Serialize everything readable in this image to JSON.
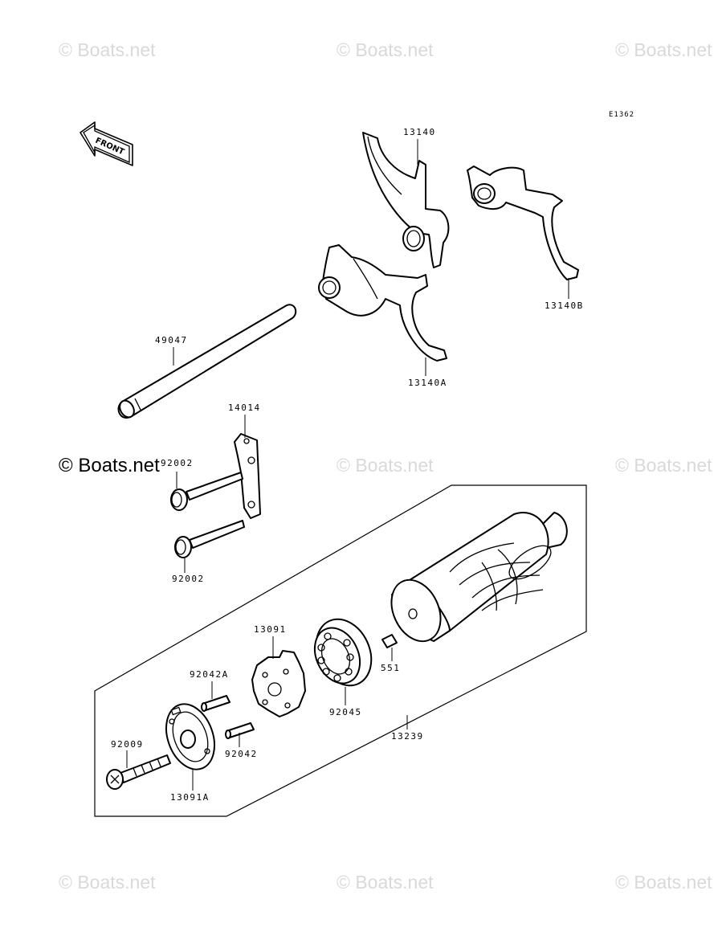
{
  "diagram_id": "E1362",
  "front_label": "FRONT",
  "watermark": "© Boats.net",
  "parts": {
    "fork_13140": "13140",
    "fork_13140B": "13140B",
    "fork_13140A": "13140A",
    "shaft_49047": "49047",
    "plate_14014": "14014",
    "bolt_92002_top": "92002",
    "bolt_92002_bottom": "92002",
    "drum_assembly_13239": "13239",
    "bearing_92045": "92045",
    "pin_551": "551",
    "cam_13091": "13091",
    "pin_92042A": "92042A",
    "pin_92042": "92042",
    "screw_92009": "92009",
    "plate_13091A": "13091A"
  }
}
